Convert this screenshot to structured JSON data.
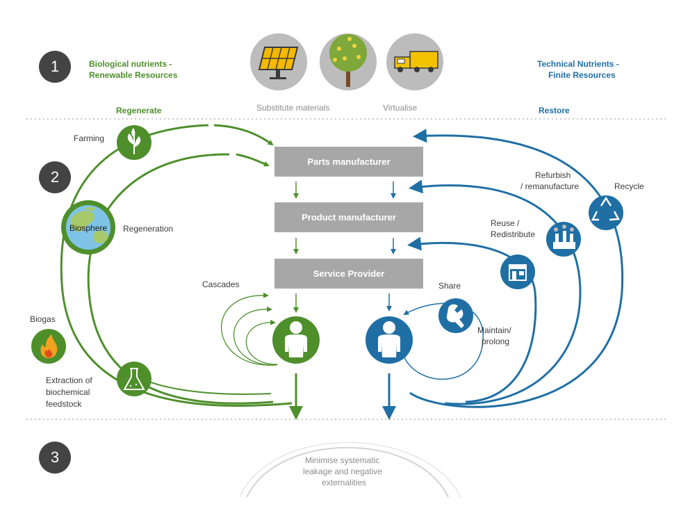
{
  "steps": [
    "1",
    "2",
    "3"
  ],
  "header": {
    "bio_title_line1": "Biological nutrients -",
    "bio_title_line2": "Renewable Resources",
    "tech_title_line1": "Technical Nutrients -",
    "tech_title_line2": "Finite Resources",
    "substitute": "Substitute materials",
    "virtualise": "Virtualise",
    "regenerate": "Regenerate",
    "restore": "Restore"
  },
  "boxes": {
    "parts": "Parts manufacturer",
    "product": "Product manufacturer",
    "service": "Service Provider"
  },
  "biological": {
    "farming": "Farming",
    "biosphere": "Biosphere",
    "regeneration": "Regeneration",
    "biogas": "Biogas",
    "extraction_line1": "Extraction of",
    "extraction_line2": "biochemical",
    "extraction_line3": "feedstock",
    "cascades": "Cascades"
  },
  "technical": {
    "refurbish_line1": "Refurbish",
    "refurbish_line2": "/ remanufacture",
    "recycle": "Recycle",
    "reuse_line1": "Reuse /",
    "reuse_line2": "Redistribute",
    "share": "Share",
    "maintain_line1": "Maintain/",
    "maintain_line2": "prolong"
  },
  "footer": {
    "line1": "Minimise systematic",
    "line2": "leakage and negative",
    "line3": "externalities"
  },
  "icons": {
    "solar": "solar-panel-icon",
    "tree": "tree-icon",
    "truck": "truck-icon",
    "leaf": "leaf-icon",
    "fire": "fire-icon",
    "flask": "flask-icon",
    "recycle": "recycle-icon",
    "factory": "factory-icon",
    "shop": "shop-icon",
    "wrench": "wrench-icon",
    "person": "person-icon"
  },
  "colors": {
    "green": "#4e8f2c",
    "blue": "#1f6fa5",
    "box_grey": "#a7a7a7",
    "step_grey": "#444444"
  }
}
